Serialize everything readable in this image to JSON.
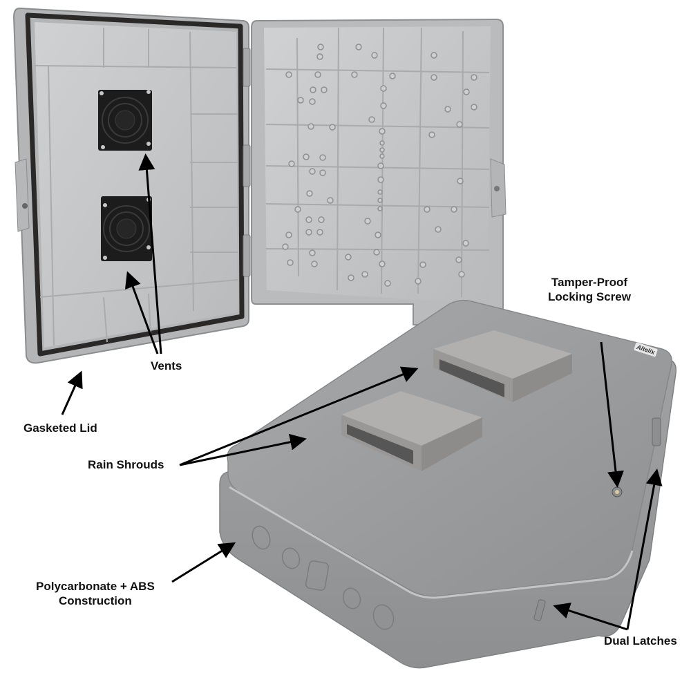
{
  "product": {
    "brand_logo": "Altelix",
    "description": "Vented weatherproof enclosure, open and closed views",
    "colors": {
      "body": "#9a9c9e",
      "body_light": "#b9bbbd",
      "interior": "#c4c6c8",
      "gasket": "#2b2828",
      "fan": "#1c1c1c",
      "shroud": "#a8a6a4",
      "annotation": "#000000"
    }
  },
  "callouts": [
    {
      "id": "vents",
      "text": "Vents"
    },
    {
      "id": "gasketed-lid",
      "text": "Gasketed Lid"
    },
    {
      "id": "rain-shrouds",
      "text": "Rain Shrouds"
    },
    {
      "id": "tamper-proof",
      "line1": "Tamper-Proof",
      "line2": "Locking Screw"
    },
    {
      "id": "construction",
      "line1": "Polycarbonate + ABS",
      "line2": "Construction"
    },
    {
      "id": "dual-latches",
      "text": "Dual Latches"
    }
  ]
}
